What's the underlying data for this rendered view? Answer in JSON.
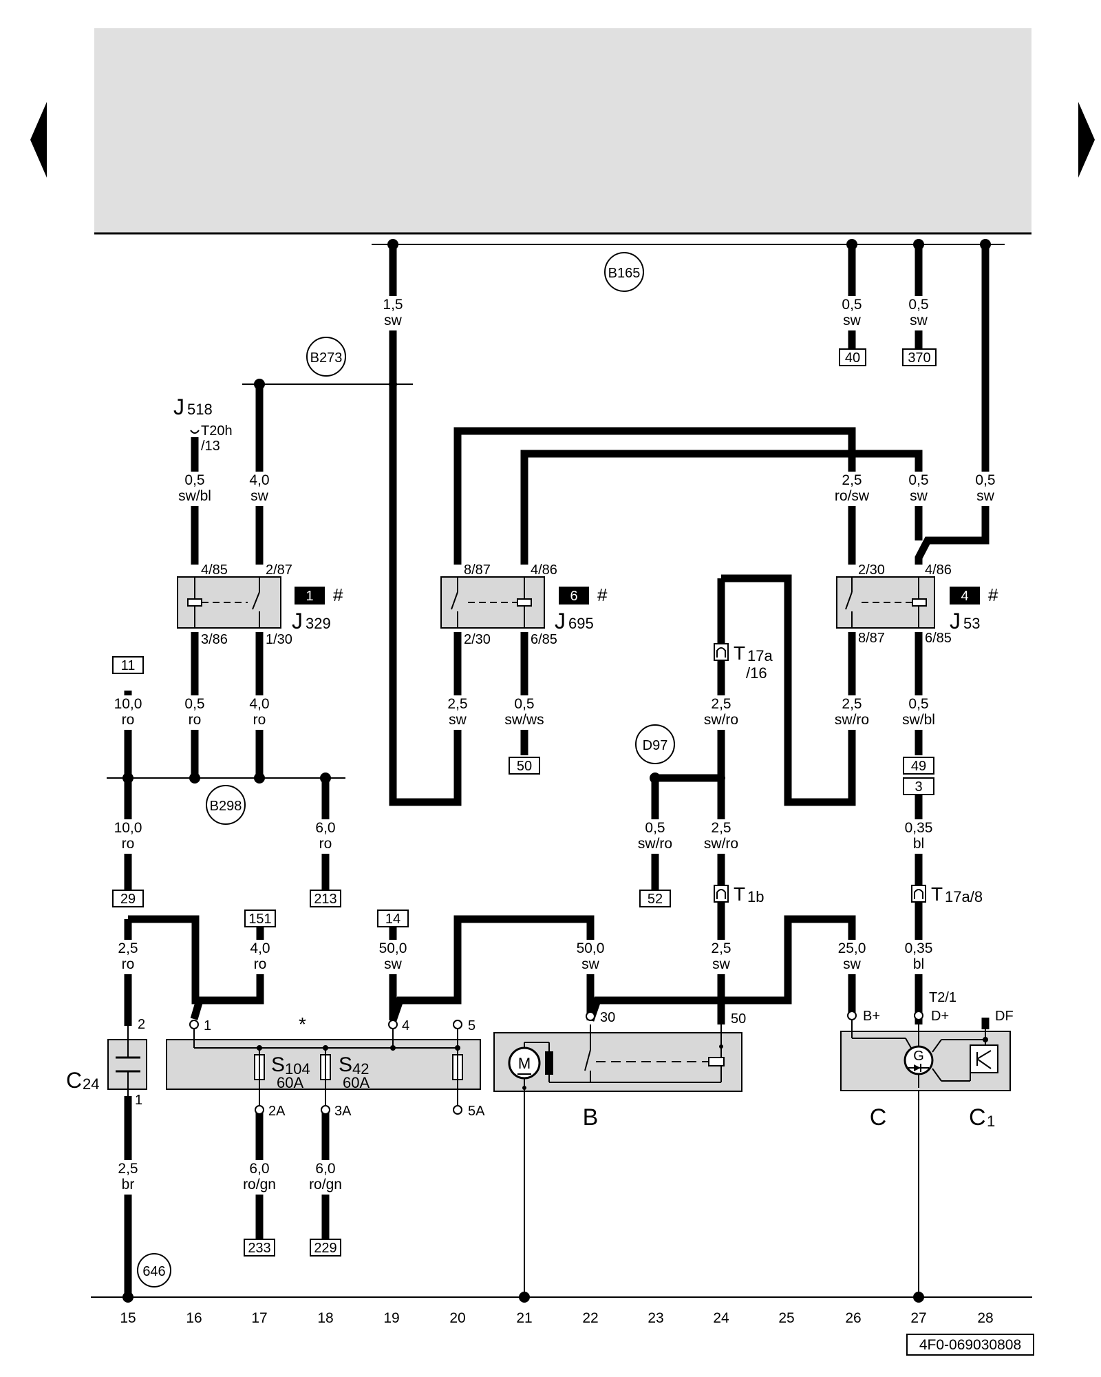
{
  "nav": {
    "prev": "previous-page",
    "next": "next-page"
  },
  "document_id": "4F0-069030808",
  "marker_asterisk": "*",
  "hash_symbol": "#",
  "components": {
    "J518": {
      "letter": "J",
      "sub": "518"
    },
    "J329": {
      "letter": "J",
      "sub": "329",
      "badge": "1"
    },
    "J695": {
      "letter": "J",
      "sub": "695",
      "badge": "6"
    },
    "J53": {
      "letter": "J",
      "sub": "53",
      "badge": "4"
    },
    "C24": {
      "letter": "C",
      "sub": "24"
    },
    "S104": {
      "letter": "S",
      "sub": "104",
      "rating": "60A"
    },
    "S42": {
      "letter": "S",
      "sub": "42",
      "rating": "60A"
    },
    "B": "B",
    "C": "C",
    "C1": {
      "letter": "C",
      "sub": "1"
    },
    "motor": "M",
    "generator": "G"
  },
  "connectors": {
    "T20h": {
      "a": "T20h",
      "b": "/13"
    },
    "T17a16": {
      "a": "T",
      "b": "17a",
      "c": "/16"
    },
    "T1b": {
      "a": "T",
      "b": "1b"
    },
    "T17a8": {
      "a": "T",
      "b": "17a/8"
    },
    "T21": "T2/1"
  },
  "ground_points": [
    "B165",
    "B273",
    "B298",
    "D97",
    "646"
  ],
  "references": [
    "40",
    "370",
    "50",
    "11",
    "29",
    "213",
    "151",
    "14",
    "52",
    "49",
    "3",
    "233",
    "229"
  ],
  "pins": {
    "j329": [
      "4/85",
      "2/87",
      "3/86",
      "1/30"
    ],
    "j695": [
      "8/87",
      "4/86",
      "2/30",
      "6/85"
    ],
    "j53": [
      "2/30",
      "4/86",
      "8/87",
      "6/85"
    ],
    "c24": [
      "2",
      "1"
    ],
    "fusebox": [
      "1",
      "4",
      "5",
      "2A",
      "3A",
      "5A"
    ],
    "starter": [
      "30",
      "50"
    ],
    "alternator": [
      "B+",
      "D+",
      "DF"
    ]
  },
  "wires": [
    {
      "size": "1,5",
      "color": "sw"
    },
    {
      "size": "0,5",
      "color": "sw"
    },
    {
      "size": "0,5",
      "color": "sw"
    },
    {
      "size": "0,5",
      "color": "sw/bl"
    },
    {
      "size": "4,0",
      "color": "sw"
    },
    {
      "size": "2,5",
      "color": "ro/sw"
    },
    {
      "size": "0,5",
      "color": "sw"
    },
    {
      "size": "0,5",
      "color": "sw"
    },
    {
      "size": "10,0",
      "color": "ro"
    },
    {
      "size": "0,5",
      "color": "ro"
    },
    {
      "size": "4,0",
      "color": "ro"
    },
    {
      "size": "2,5",
      "color": "sw"
    },
    {
      "size": "0,5",
      "color": "sw/ws"
    },
    {
      "size": "2,5",
      "color": "sw/ro"
    },
    {
      "size": "2,5",
      "color": "sw/ro"
    },
    {
      "size": "0,5",
      "color": "sw/bl"
    },
    {
      "size": "10,0",
      "color": "ro"
    },
    {
      "size": "6,0",
      "color": "ro"
    },
    {
      "size": "0,5",
      "color": "sw/ro"
    },
    {
      "size": "2,5",
      "color": "sw/ro"
    },
    {
      "size": "0,35",
      "color": "bl"
    },
    {
      "size": "2,5",
      "color": "ro"
    },
    {
      "size": "4,0",
      "color": "ro"
    },
    {
      "size": "50,0",
      "color": "sw"
    },
    {
      "size": "50,0",
      "color": "sw"
    },
    {
      "size": "2,5",
      "color": "sw"
    },
    {
      "size": "25,0",
      "color": "sw"
    },
    {
      "size": "0,35",
      "color": "bl"
    },
    {
      "size": "2,5",
      "color": "br"
    },
    {
      "size": "6,0",
      "color": "ro/gn"
    },
    {
      "size": "6,0",
      "color": "ro/gn"
    }
  ],
  "columns": [
    "15",
    "16",
    "17",
    "18",
    "19",
    "20",
    "21",
    "22",
    "23",
    "24",
    "25",
    "26",
    "27",
    "28"
  ]
}
